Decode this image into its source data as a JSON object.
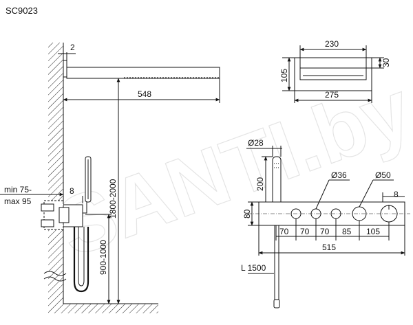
{
  "title": "SC9023",
  "watermark": "SANTI.by",
  "labels": {
    "wall_gap": "2",
    "spout_length": "548",
    "spout_height": "1800-2000",
    "wall_depth_min": "min 75-",
    "wall_depth_max": "max 95",
    "offset_8a": "8",
    "mixer_height": "900-1000",
    "top_width_inner": "230",
    "top_width_outer": "275",
    "top_depth": "105",
    "top_lip": "30",
    "hand_diam": "Ø28",
    "hand_len": "200",
    "knob_small": "Ø36",
    "knob_large": "Ø50",
    "offset_8b": "8",
    "plate_h": "80",
    "sp1": "70",
    "sp2": "70",
    "sp3": "70",
    "sp4": "85",
    "sp5": "105",
    "total_w": "515",
    "hose": "L 1500"
  }
}
